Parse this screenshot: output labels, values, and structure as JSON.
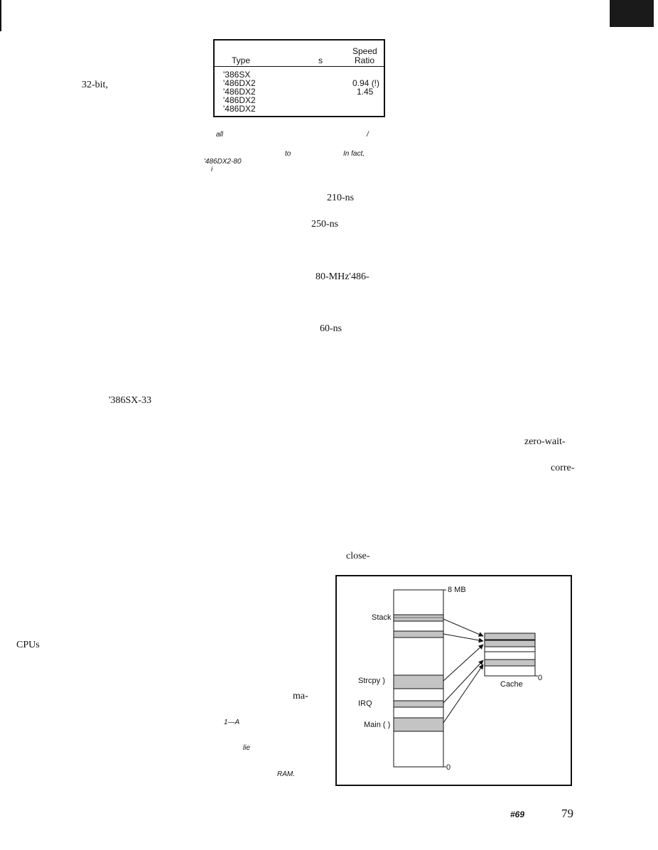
{
  "fragments": {
    "f_32bit": "32-bit,",
    "f_all": "all",
    "f_slash1": "/",
    "f_to": "to",
    "f_infact": "In fact,",
    "f_486dx2_80": "'486DX2-80",
    "f_i": "i",
    "f_210ns": "210-ns",
    "f_250ns": "250-ns",
    "f_80mhz": "80-MHz'486-",
    "f_60ns": "60-ns",
    "f_386sx33": "'386SX-33",
    "f_zerowait": "zero-wait-",
    "f_corre": "corre-",
    "f_close": "close-",
    "f_cpus": "CPUs",
    "f_ma": "ma-",
    "f_1a": "1—A",
    "f_lie": "lie",
    "f_ram": "RAM."
  },
  "table": {
    "header": {
      "type": "Type",
      "s": "s",
      "speed": "Speed",
      "ratio": "Ratio"
    },
    "rows": [
      {
        "type": "'386SX",
        "ratio": ""
      },
      {
        "type": "'486DX2",
        "ratio": "0.94 (!)"
      },
      {
        "type": "'486DX2",
        "ratio": "1.45"
      },
      {
        "type": "'486DX2",
        "ratio": ""
      },
      {
        "type": "'486DX2",
        "ratio": ""
      }
    ]
  },
  "figure": {
    "label_8mb": "8 MB",
    "label_stack": "Stack",
    "label_strcpy": "Strcpy  )",
    "label_irq": "IRQ",
    "label_main": "Main ( )",
    "label_zero_mem": "0",
    "label_cache": "Cache",
    "label_zero_cache": "0",
    "shade_color": "#c4c4c4"
  },
  "footer": {
    "issue": "#69",
    "page": "79"
  }
}
